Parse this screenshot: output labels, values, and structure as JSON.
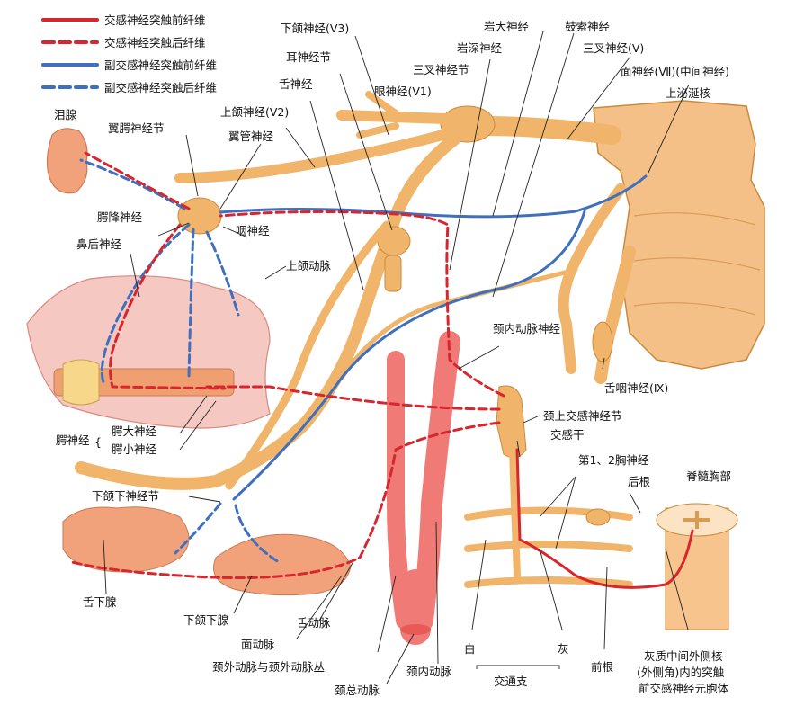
{
  "colors": {
    "sympathetic": "#d7262d",
    "parasympathetic": "#3f6fbf",
    "nerve": "#f0b56a",
    "nerve_edge": "#c98a3e",
    "artery": "#f07a76",
    "gland": "#f2a27a",
    "cord": "#f6c48c"
  },
  "legend": [
    {
      "label": "交感神经突触前纤维",
      "color": "#d7262d",
      "dashed": false
    },
    {
      "label": "交感神经突触后纤维",
      "color": "#d7262d",
      "dashed": true
    },
    {
      "label": "副交感神经突触前纤维",
      "color": "#3f6fbf",
      "dashed": false
    },
    {
      "label": "副交感神经突触后纤维",
      "color": "#3f6fbf",
      "dashed": true
    }
  ],
  "labels": {
    "xiahe_v3": "下颌神经(Ⅴ3)",
    "erxin": "耳神经节",
    "yanda": "岩大神经",
    "yanshen": "岩深神经",
    "gusuo": "鼓索神经",
    "sancha_v": "三叉神经(Ⅴ)",
    "sancha": "三叉神经节",
    "yan_v1": "眼神经(Ⅴ1)",
    "mian": "面神经(Ⅶ)(中间神经)",
    "shangmi": "上泌涎核",
    "she": "舌神经",
    "shanghe_v2": "上颌神经(Ⅴ2)",
    "lei": "泪腺",
    "yiegong": "翼腭神经节",
    "yieguan": "翼管神经",
    "ejiang": "腭降神经",
    "bihou": "鼻后神经",
    "yan_nerve": "咽神经",
    "shanghe_dm": "上颌动脉",
    "jingnei_dmsj": "颈内动脉神经",
    "jingshang": "颈上交感神经节",
    "shezy": "舌咽神经(Ⅸ)",
    "jiaogan": "交感干",
    "xiong12": "第1、2胸神经",
    "hougen": "后根",
    "jisui": "脊髓胸部",
    "e_group": "腭神经",
    "eda": "腭大神经",
    "exiao": "腭小神经",
    "xiahexia_jj": "下颌下神经节",
    "shexia": "舌下腺",
    "xiahexia": "下颌下腺",
    "mian_dm": "面动脉",
    "she_dm": "舌动脉",
    "jingwai": "颈外动脉与颈外动脉丛",
    "jingzong": "颈总动脉",
    "jingnei_dm": "颈内动脉",
    "bai": "白",
    "hui": "灰",
    "jiaotong": "交通支",
    "qiangen": "前根",
    "huizhi_1": "灰质中间外侧核",
    "huizhi_2": "(外侧角)内的突触",
    "huizhi_3": "前交感神经元胞体"
  }
}
